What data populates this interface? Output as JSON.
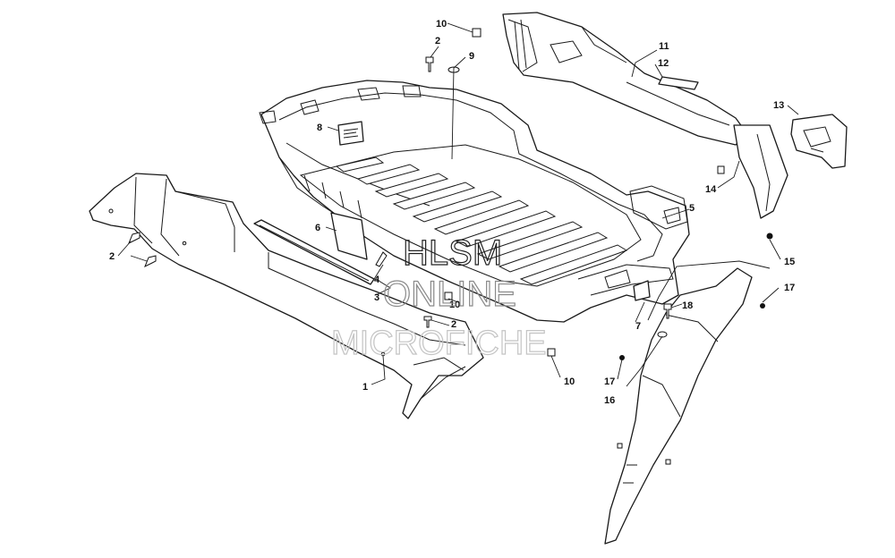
{
  "callouts": {
    "c1": "1",
    "c2a": "2",
    "c2b": "2",
    "c2c": "2",
    "c3": "3",
    "c4": "4",
    "c5": "5",
    "c6": "6",
    "c7": "7",
    "c8": "8",
    "c9": "9",
    "c10a": "10",
    "c10b": "10",
    "c10c": "10",
    "c11": "11",
    "c12": "12",
    "c13": "13",
    "c14": "14",
    "c15": "15",
    "c16": "16",
    "c17a": "17",
    "c17b": "17",
    "c18": "18"
  },
  "watermark": {
    "line1": "HLSM",
    "line2": "ONLINE",
    "line3": "MICROFICHE"
  },
  "colors": {
    "line": "#1a1a1a",
    "background": "#ffffff",
    "watermark_light": "#c4c4c4"
  }
}
